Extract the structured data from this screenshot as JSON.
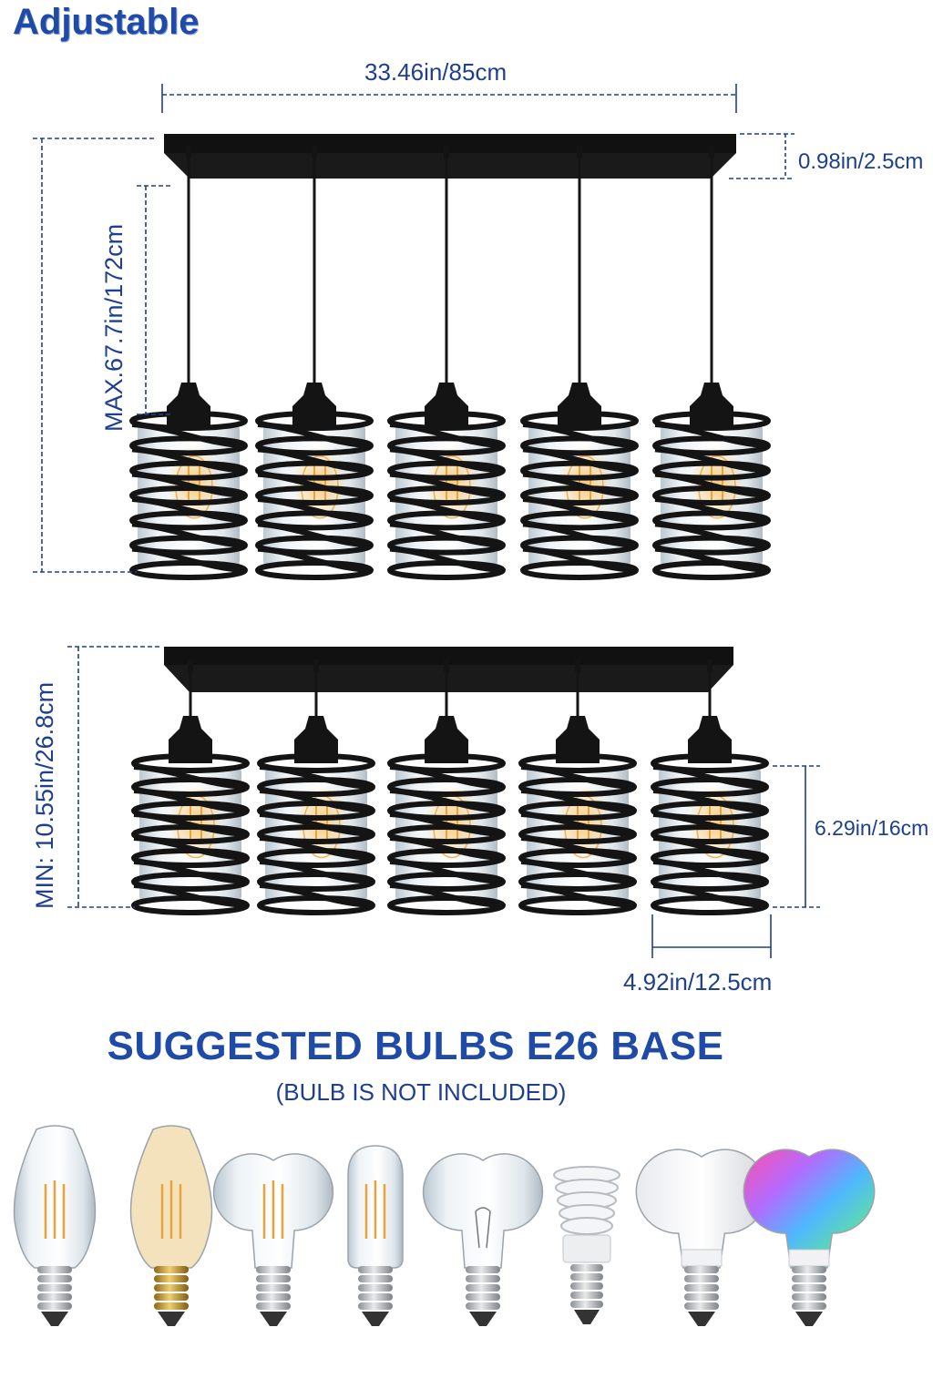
{
  "title": "Adjustable",
  "dimensions": {
    "width": "33.46in/85cm",
    "canopy_height": "0.98in/2.5cm",
    "max_height": "MAX.67.7in/172cm",
    "min_height": "MIN: 10.55in/26.8cm",
    "shade_height": "6.29in/16cm",
    "shade_width": "4.92in/12.5cm"
  },
  "fixture": {
    "light_count": 5,
    "colors": {
      "metal": "#141414",
      "glass": "#d9e3ea",
      "filament": "#e8a43a",
      "dimension_line": "#1e3f8f"
    }
  },
  "bulbs": {
    "title": "SUGGESTED BULBS E26 BASE",
    "subtitle": "(BULB IS NOT INCLUDED)",
    "types": [
      "st64-filament",
      "st64-amber-filament",
      "a19-filament",
      "t45-filament",
      "a19-incandescent",
      "spiral-cfl",
      "a19-led",
      "a19-rgb-led"
    ]
  }
}
